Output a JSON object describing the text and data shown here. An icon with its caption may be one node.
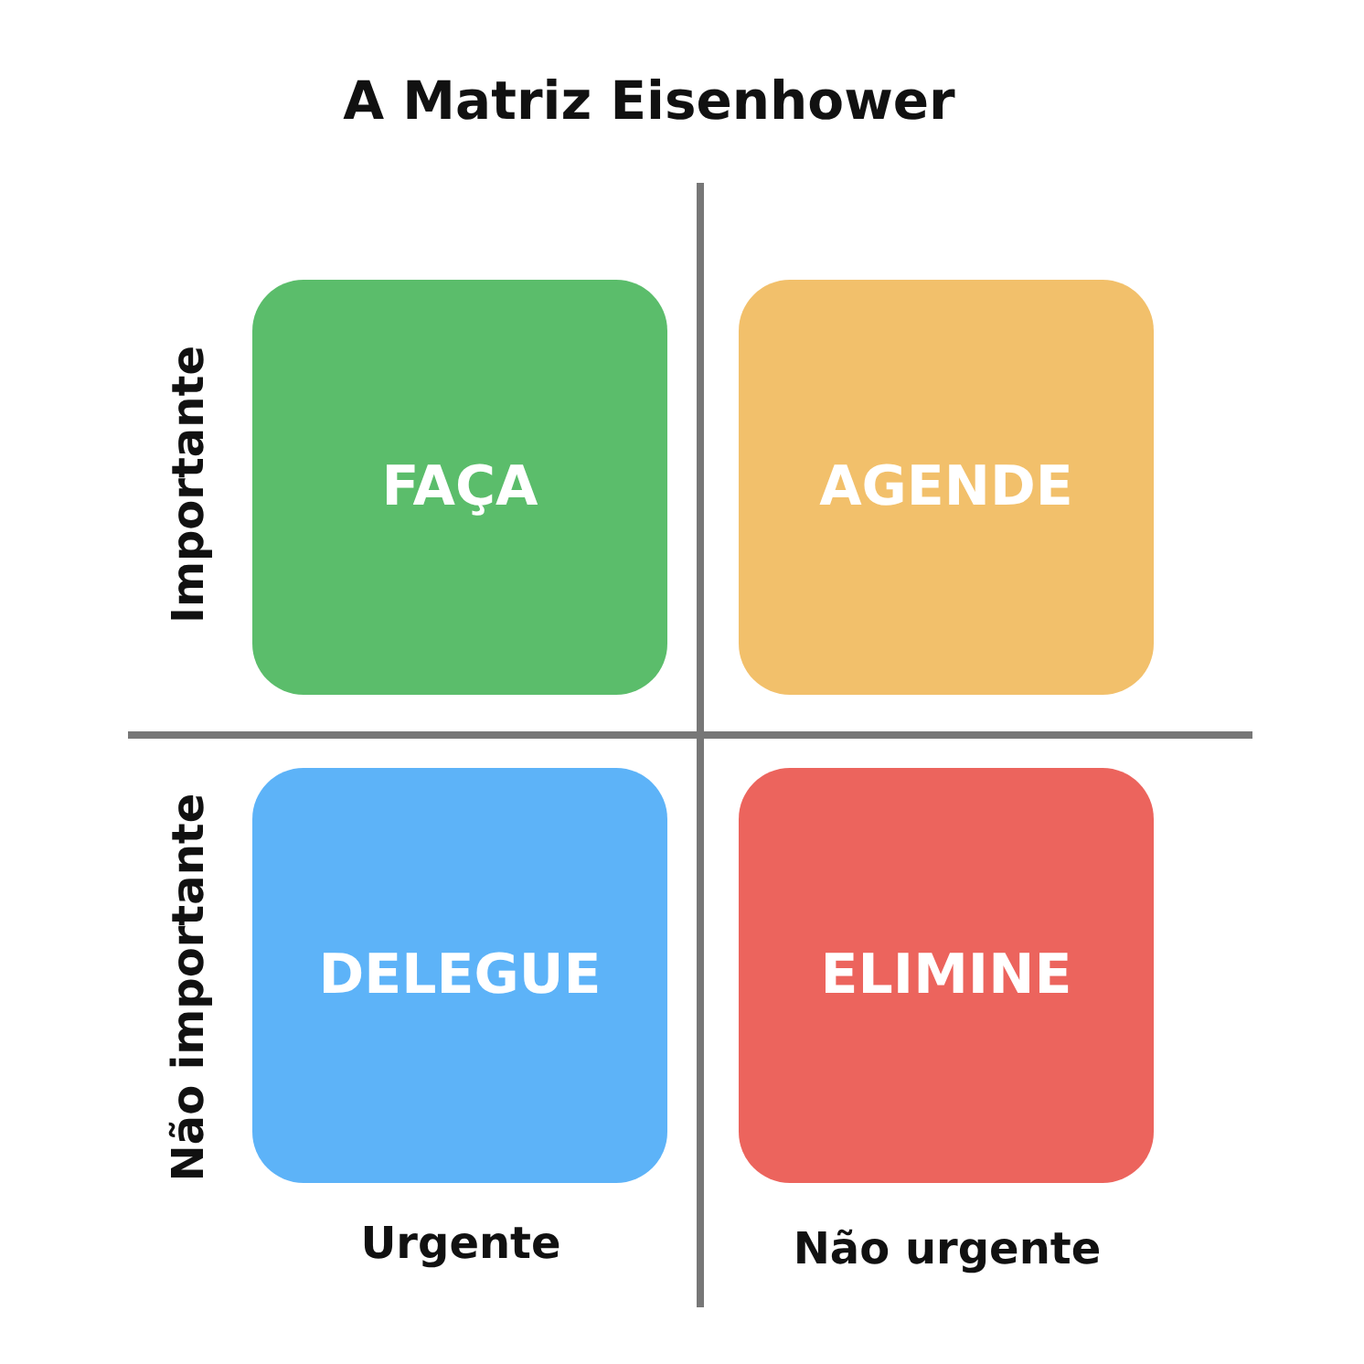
{
  "diagram": {
    "title": "A Matriz Eisenhower",
    "nodes": [
      {
        "text": [
          "FAÇA"
        ]
      },
      {
        "text": [
          "AGENDE"
        ]
      },
      {
        "text": [
          "DELEGUE"
        ]
      },
      {
        "text": [
          "ELIMINE"
        ]
      }
    ],
    "labels": [
      "Importante",
      "Não importante",
      "Urgente",
      "Não urgente"
    ]
  }
}
